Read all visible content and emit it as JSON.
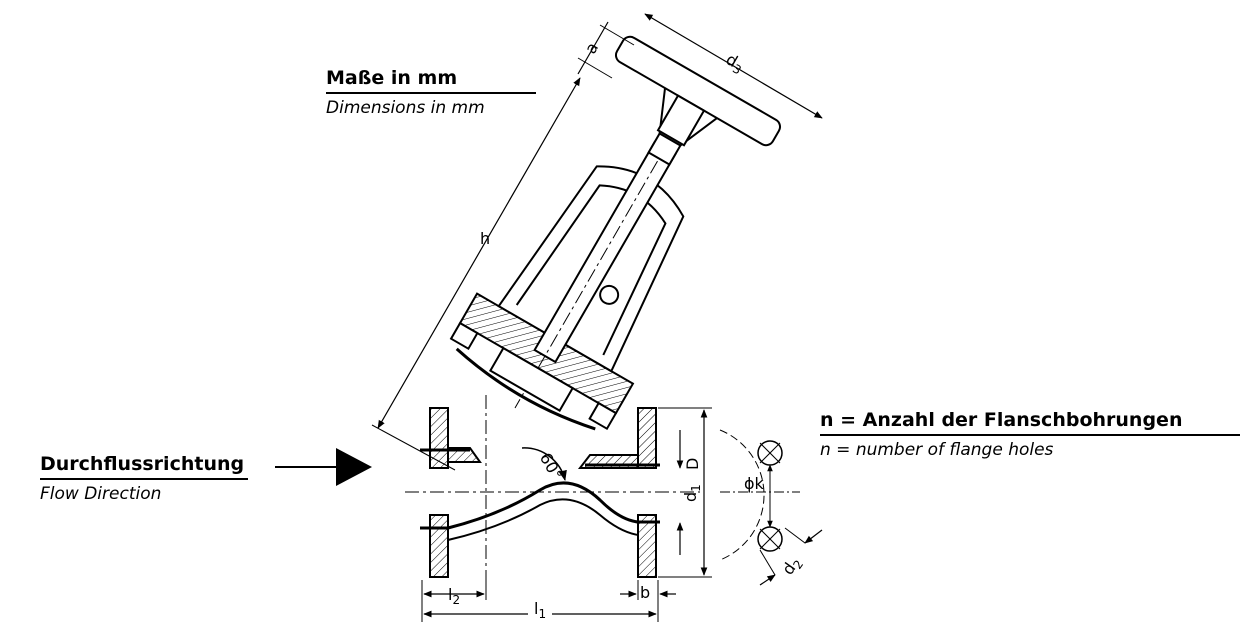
{
  "legends": {
    "dimensions": {
      "german": "Maße in mm",
      "english": "Dimensions in mm"
    },
    "flow": {
      "german": "Durchflussrichtung",
      "english": "Flow Direction"
    },
    "holes": {
      "german": "n = Anzahl der Flanschbohrungen",
      "english": "n = number of flange holes"
    }
  },
  "dimension_labels": {
    "a": "a",
    "d3": "d",
    "d3_sub": "3",
    "h": "h",
    "D": "D",
    "d1": "d",
    "d1_sub": "1",
    "k": "ϕk",
    "d2": "d",
    "d2_sub": "2",
    "b": "b",
    "l1": "l",
    "l1_sub": "1",
    "l2": "l",
    "l2_sub": "2",
    "angle": "60°"
  }
}
